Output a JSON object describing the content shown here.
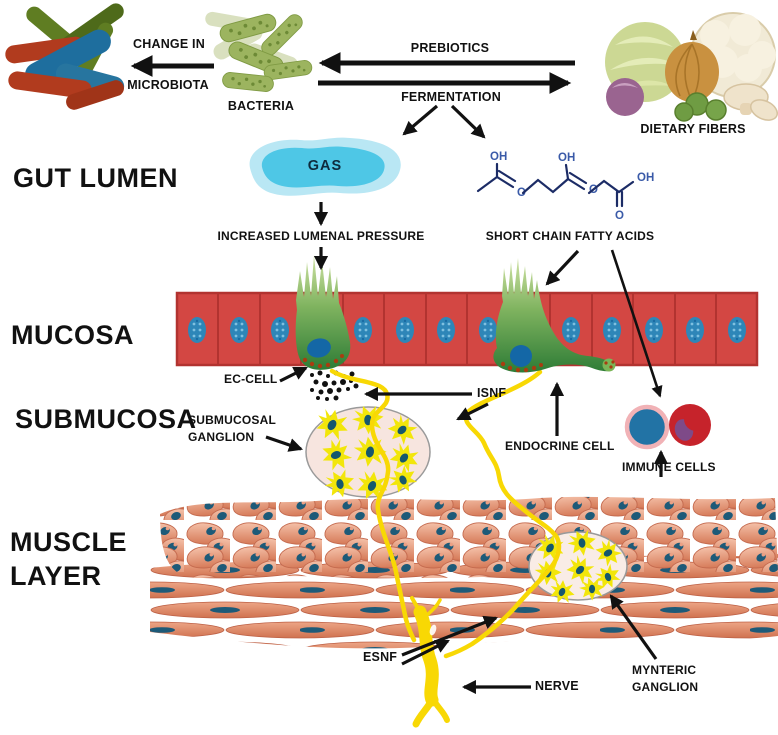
{
  "sections": {
    "gut_lumen": "GUT LUMEN",
    "mucosa": "MUCOSA",
    "submucosa": "SUBMUCOSA",
    "muscle_line1": "MUSCLE",
    "muscle_line2": "LAYER"
  },
  "top": {
    "change_in_line1": "CHANGE IN",
    "change_in_line2": "MICROBIOTA",
    "bacteria": "BACTERIA",
    "prebiotics": "PREBIOTICS",
    "fermentation": "FERMENTATION",
    "dietary_fibers": "DIETARY FIBERS"
  },
  "lumen": {
    "gas": "GAS",
    "increased_pressure": "INCREASED LUMENAL PRESSURE",
    "scfa": "SHORT CHAIN FATTY ACIDS"
  },
  "chem": {
    "oh": "OH",
    "o": "O"
  },
  "annotations": {
    "ec_cell": "EC-CELL",
    "isnf": "ISNF",
    "submucosal_line1": "SUBMUCOSAL",
    "submucosal_line2": "GANGLION",
    "endocrine_cell": "ENDOCRINE CELL",
    "immune_cells": "IMMUNE CELLS",
    "esnf": "ESNF",
    "nerve": "NERVE",
    "myenteric_line1": "MYNTERIC",
    "myenteric_line2": "GANGLION"
  },
  "colors": {
    "mucosa_red": "#d34743",
    "mucosa_border": "#b23330",
    "nucleus_blue": "#2e86b8",
    "cell_green": "#4f9a46",
    "nerve_yellow": "#f8d804",
    "ganglion_pink": "#f7e5df",
    "star_yellow": "#f2e60a",
    "star_nucleus": "#15586e",
    "muscle_salmon": "#dd8a68",
    "muscle_nucleus": "#1d5a78",
    "immune_blue": "#2273a5",
    "immune_red": "#c6232b",
    "immune_ring": "#f1b2b6",
    "immune_purple": "#7e4a88",
    "gas_outer": "#b9e7f4",
    "gas_inner": "#4ec7e6",
    "chem_blue": "#3a5aa8",
    "arrow_black": "#111111"
  }
}
